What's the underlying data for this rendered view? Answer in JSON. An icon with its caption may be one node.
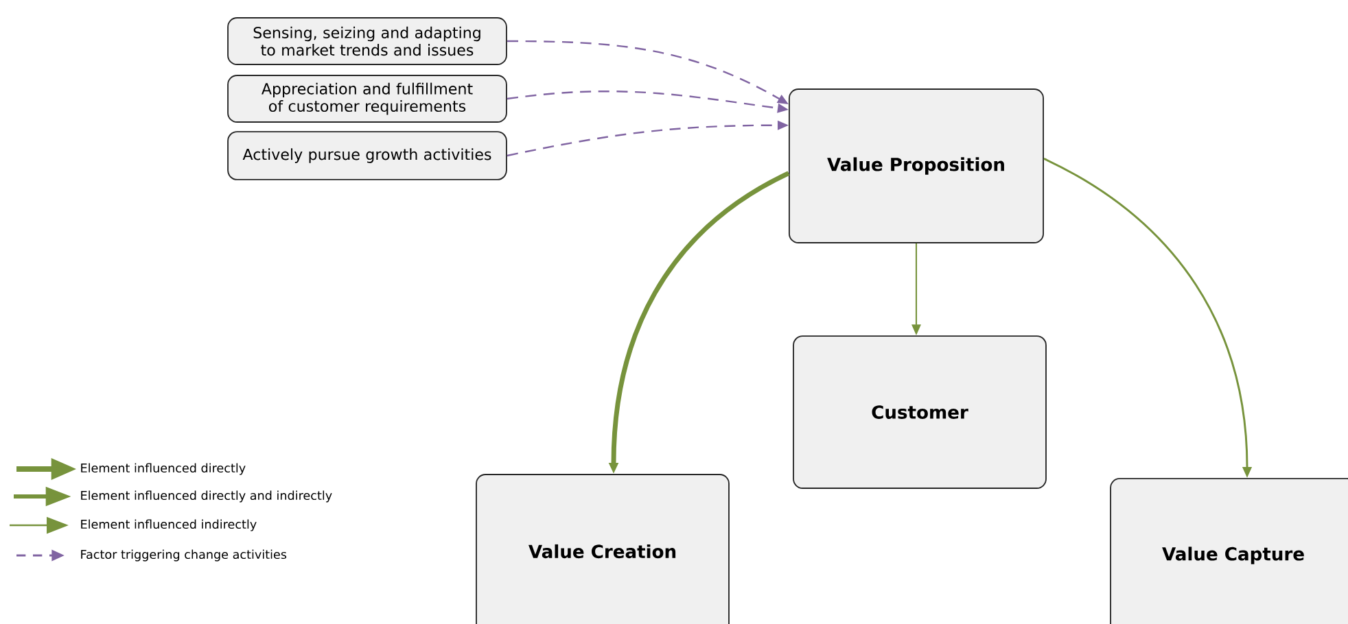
{
  "diagram": {
    "nodes": [
      {
        "text": [
          "Sensing, seizing and adapting to market trends and issues"
        ]
      },
      {
        "text": [
          "Appreciation and fulfillment of customer requirements"
        ]
      },
      {
        "text": [
          "Actively pursue growth activities"
        ]
      },
      {
        "text": [
          "Value Proposition"
        ]
      },
      {
        "text": [
          "Customer"
        ]
      },
      {
        "text": [
          "Value Creation"
        ]
      },
      {
        "text": [
          "Value Capture"
        ]
      }
    ],
    "edges": [
      {
        "from": 0,
        "to": 3,
        "arrow": "to",
        "style": "dashed",
        "color": "#8064a2"
      },
      {
        "from": 1,
        "to": 3,
        "arrow": "to",
        "style": "dashed",
        "color": "#8064a2"
      },
      {
        "from": 2,
        "to": 3,
        "arrow": "to",
        "style": "dashed",
        "color": "#8064a2"
      },
      {
        "from": 3,
        "to": 5,
        "arrow": "to",
        "style": "thick",
        "color": "#77933c"
      },
      {
        "from": 3,
        "to": 6,
        "arrow": "to",
        "color": "#77933c"
      },
      {
        "from": 3,
        "to": 4,
        "arrow": "to",
        "color": "#77933c"
      }
    ],
    "legend": [
      {
        "text": "Element influenced directly"
      },
      {
        "text": "Element influenced directly and indirectly"
      },
      {
        "text": "Element influenced indirectly"
      },
      {
        "text": "Factor triggering change activities"
      }
    ]
  }
}
